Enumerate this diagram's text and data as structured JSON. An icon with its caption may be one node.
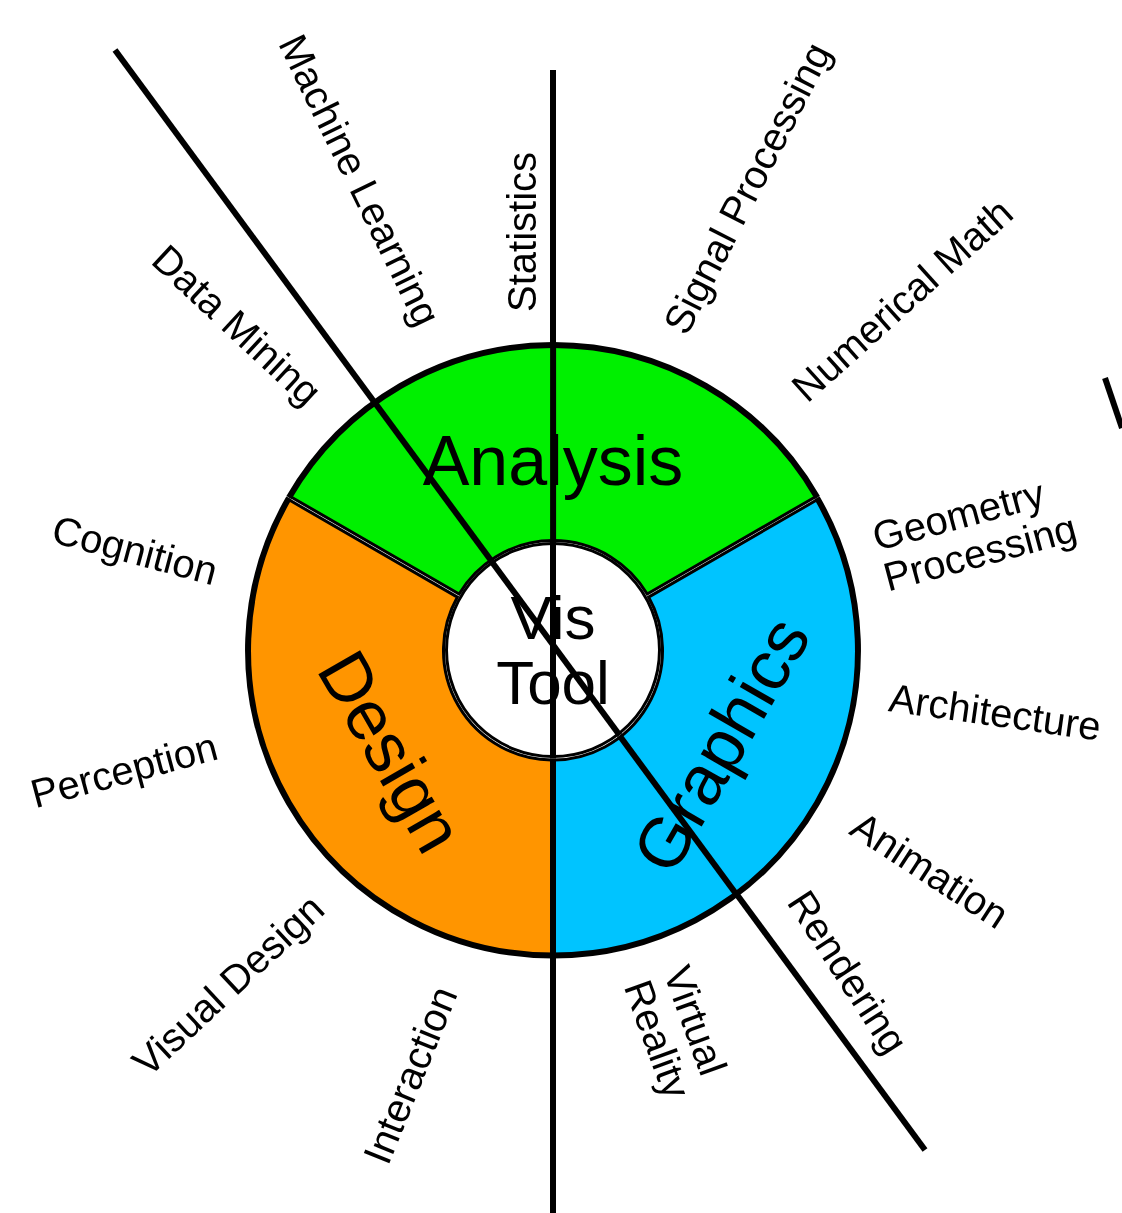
{
  "diagram": {
    "nodes": [
      {
        "text": [
          "Analysis"
        ]
      },
      {
        "text": [
          "Graphics"
        ]
      },
      {
        "text": [
          "Design"
        ]
      },
      {
        "text": [
          "Vis Tool"
        ]
      }
    ],
    "labels": [
      "Machine Learning",
      "Statistics",
      "Signal Processing",
      "Data Mining",
      "Numerical Math",
      "Geometry Processing",
      "Cognition",
      "Architecture",
      "Perception",
      "Animation",
      "Visual Design",
      "Rendering",
      "Interaction",
      "Virtual Reality"
    ]
  }
}
